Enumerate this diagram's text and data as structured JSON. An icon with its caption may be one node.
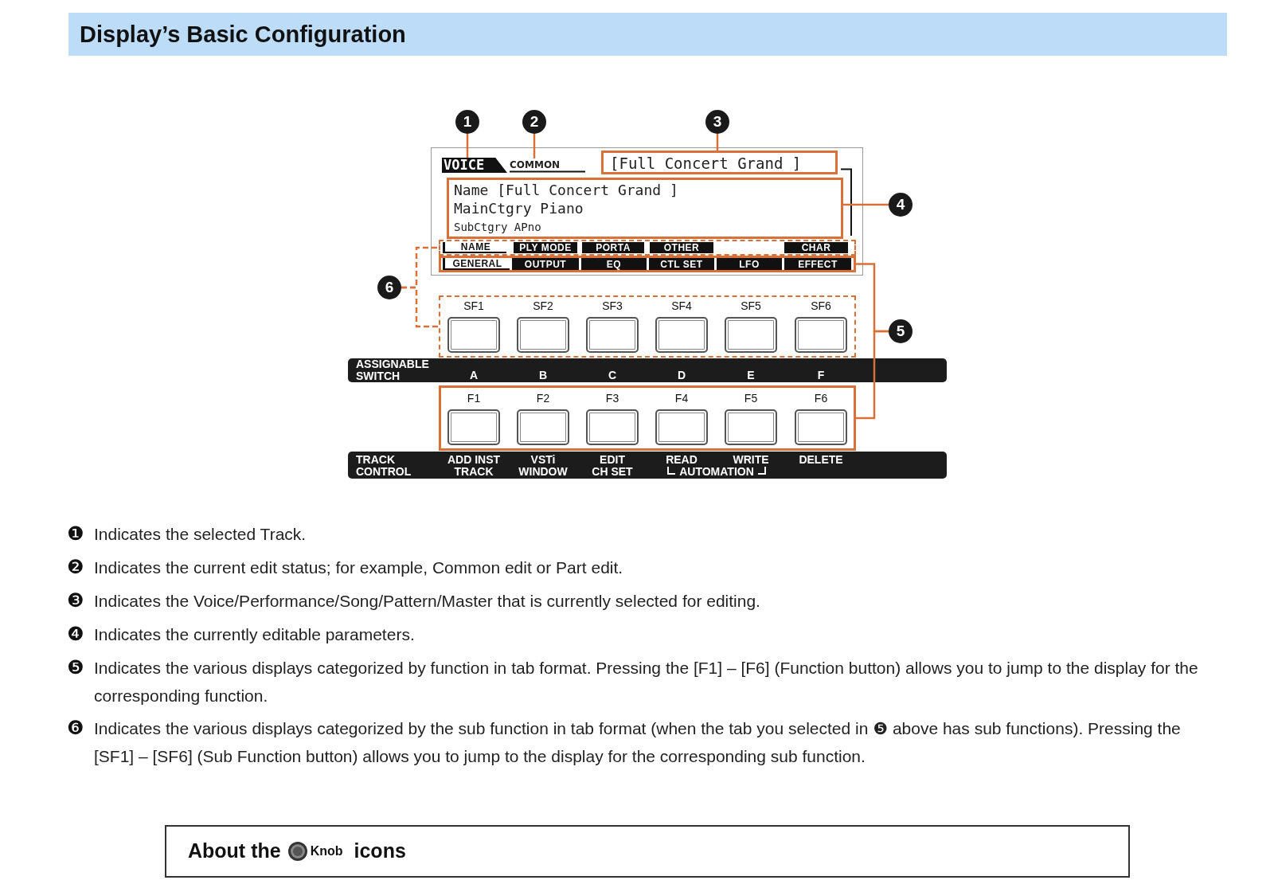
{
  "diagram": {
    "title": "Display’s Basic Configuration",
    "nodes": [
      {
        "text": [
          "1"
        ]
      },
      {
        "text": [
          "2"
        ]
      },
      {
        "text": [
          "3"
        ]
      },
      {
        "text": [],
        "shape": "box"
      },
      {
        "text": [
          "VOICE"
        ],
        "in": 3
      },
      {
        "text": [
          "COMMON"
        ],
        "in": 3
      },
      {
        "text": [
          "[Full Concert Grand ]"
        ],
        "in": 3
      },
      {
        "text": [
          "Name [Full Concert Grand ]",
          "MainCtgry Piano",
          "SubCtgry APno"
        ],
        "in": 3
      },
      {
        "text": [],
        "shape": "box",
        "in": 3
      },
      {
        "text": [
          "NAME"
        ],
        "in": 8
      },
      {
        "text": [
          "PLY MODE"
        ],
        "in": 8
      },
      {
        "text": [
          "PORTA"
        ],
        "in": 8
      },
      {
        "text": [
          "OTHER"
        ],
        "in": 8
      },
      {
        "text": [
          "CHAR"
        ],
        "in": 8
      },
      {
        "text": [],
        "shape": "box",
        "in": 3
      },
      {
        "text": [
          "GENERAL"
        ],
        "in": 14
      },
      {
        "text": [
          "OUTPUT"
        ],
        "in": 14
      },
      {
        "text": [
          "EQ"
        ],
        "in": 14
      },
      {
        "text": [
          "CTL SET"
        ],
        "in": 14
      },
      {
        "text": [
          "LFO"
        ],
        "in": 14
      },
      {
        "text": [
          "EFFECT"
        ],
        "in": 14
      },
      {
        "text": [
          "4"
        ]
      },
      {
        "text": [
          "6"
        ]
      },
      {
        "text": [],
        "shape": "box"
      },
      {
        "text": [],
        "shape": "box",
        "in": 23,
        "beside": [
          "SF1"
        ]
      },
      {
        "text": [],
        "shape": "box",
        "in": 23,
        "beside": [
          "SF2"
        ]
      },
      {
        "text": [],
        "shape": "box",
        "in": 23,
        "beside": [
          "SF3"
        ]
      },
      {
        "text": [],
        "shape": "box",
        "in": 23,
        "beside": [
          "SF4"
        ]
      },
      {
        "text": [],
        "shape": "box",
        "in": 23,
        "beside": [
          "SF5"
        ]
      },
      {
        "text": [],
        "shape": "box",
        "in": 23,
        "beside": [
          "SF6"
        ]
      },
      {
        "text": [
          "5"
        ]
      },
      {
        "text": [
          "ASSIGNABLE SWITCH",
          "A",
          "B",
          "C",
          "D",
          "E",
          "F"
        ]
      },
      {
        "text": [],
        "shape": "box"
      },
      {
        "text": [],
        "shape": "box",
        "in": 32,
        "beside": [
          "F1"
        ]
      },
      {
        "text": [],
        "shape": "box",
        "in": 32,
        "beside": [
          "F2"
        ]
      },
      {
        "text": [],
        "shape": "box",
        "in": 32,
        "beside": [
          "F3"
        ]
      },
      {
        "text": [],
        "shape": "box",
        "in": 32,
        "beside": [
          "F4"
        ]
      },
      {
        "text": [],
        "shape": "box",
        "in": 32,
        "beside": [
          "F5"
        ]
      },
      {
        "text": [],
        "shape": "box",
        "in": 32,
        "beside": [
          "F6"
        ]
      },
      {
        "text": [
          "TRACK CONTROL",
          "ADD INST TRACK",
          "VSTi WINDOW",
          "EDIT CH SET",
          "READ",
          "WRITE",
          "AUTOMATION",
          "DELETE"
        ]
      },
      {
        "text": [
          "About the",
          "Knob",
          "icons"
        ]
      }
    ],
    "edges": [
      {
        "from": 0,
        "to": 4,
        "arrow": "none"
      },
      {
        "from": 1,
        "to": 5,
        "arrow": "none"
      },
      {
        "from": 2,
        "to": 6,
        "arrow": "none"
      },
      {
        "from": 21,
        "to": 7,
        "arrow": "none"
      },
      {
        "from": 30,
        "to": 14,
        "arrow": "none"
      },
      {
        "from": 30,
        "to": 32,
        "arrow": "none"
      },
      {
        "from": 22,
        "to": 8,
        "arrow": "none",
        "style": "dashed"
      },
      {
        "from": 22,
        "to": 23,
        "arrow": "none",
        "style": "dashed"
      }
    ],
    "labels": [
      "❶",
      "Indicates the selected Track.",
      "❷",
      "Indicates the current edit status; for example, Common edit or Part edit.",
      "❸",
      "Indicates the Voice/Performance/Song/Pattern/Master that is currently selected for editing.",
      "❹",
      "Indicates the currently editable parameters.",
      "❺",
      "Indicates the various displays categorized by function in tab format. Pressing the [F1] – [F6] (Function button) allows you to jump to the display for the corresponding function.",
      "❻",
      "Indicates the various displays categorized by the sub function in tab format (when the tab you selected in ❺ above has sub functions). Pressing the [SF1] – [SF6] (Sub Function button) allows you to jump to the display for the corresponding sub function."
    ]
  }
}
